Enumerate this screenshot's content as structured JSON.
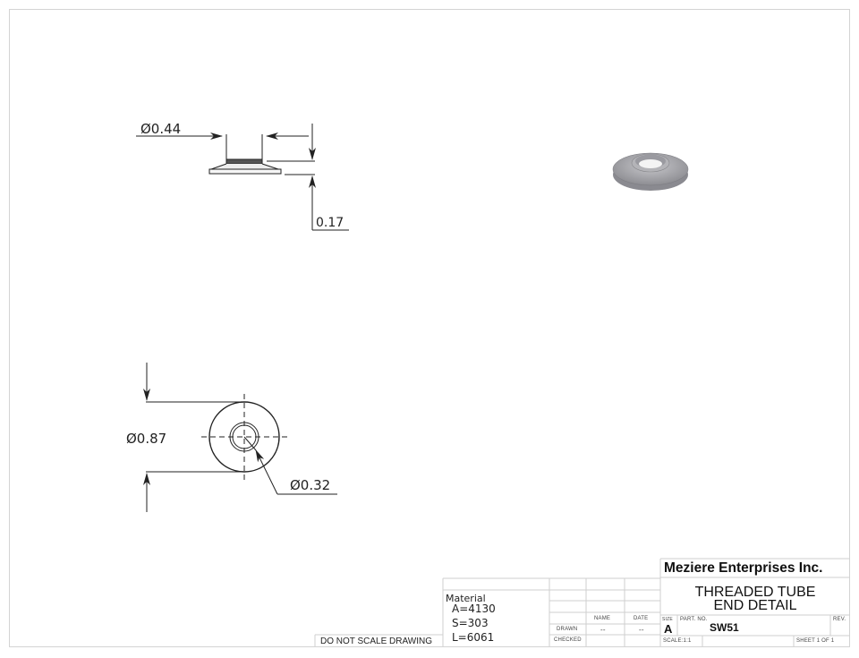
{
  "drawing": {
    "side_view": {
      "diameter_label": "Ø0.44",
      "height_label": "0.17"
    },
    "front_view": {
      "outer_diameter_label": "Ø0.87",
      "inner_diameter_label": "Ø0.32"
    },
    "iso_view": {
      "description": "isometric-washer-render"
    }
  },
  "notice": "DO NOT SCALE DRAWING",
  "title_block": {
    "material_label": "Material",
    "materials": [
      "A=4130",
      "S=303",
      "L=6061"
    ],
    "col_name": "NAME",
    "col_date": "DATE",
    "row_drawn": "DRAWN",
    "row_checked": "CHECKED",
    "drawn_name": "--",
    "drawn_date": "--",
    "company": "Meziere Enterprises Inc.",
    "title_line1": "THREADED TUBE",
    "title_line2": "END DETAIL",
    "size_label": "SIZE",
    "size_value": "A",
    "part_no_label": "PART. NO.",
    "part_no_value": "SW51",
    "rev_label": "REV.",
    "scale": "SCALE:1:1",
    "sheet": "SHEET 1 OF 1"
  },
  "colors": {
    "line": "#222222",
    "border": "#d4d4d4",
    "grid": "#cfcfcf"
  }
}
